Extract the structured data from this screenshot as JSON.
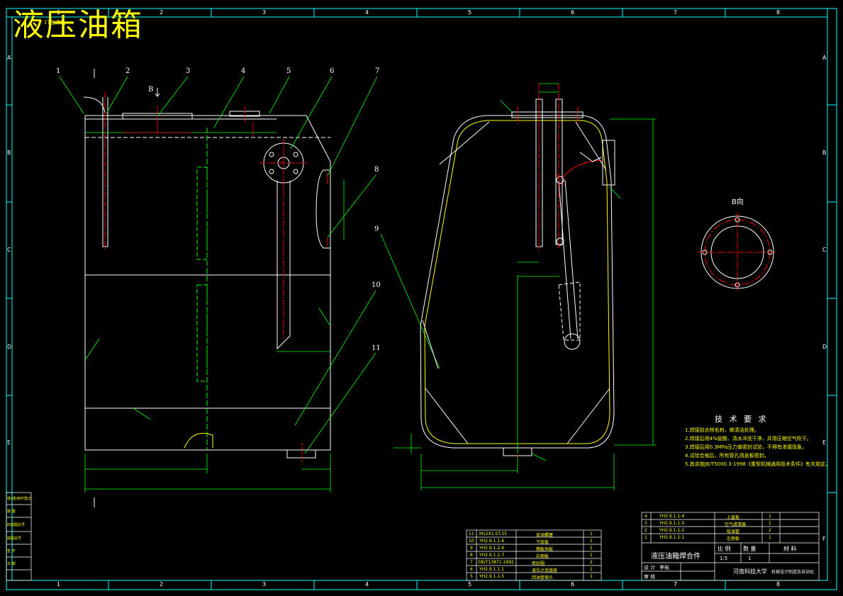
{
  "drawing_title": "液压油箱",
  "top_left_small": "1T型滑轨",
  "view_label_b": "B向",
  "view_arrow_b": "B",
  "border": {
    "columns": [
      "1",
      "2",
      "3",
      "4",
      "5",
      "6",
      "7",
      "8"
    ],
    "rows": [
      "A",
      "B",
      "C",
      "D",
      "E",
      "F"
    ]
  },
  "callouts": [
    "1",
    "2",
    "3",
    "4",
    "5",
    "6",
    "7",
    "8",
    "9",
    "10",
    "11"
  ],
  "tech_requirements": {
    "title": "技 术 要 求",
    "lines": [
      "1.焊接前去除毛刺，做清洁处理。",
      "2.焊接后用4%盐酸、清水冲洗干净，并用压缩空气吹干。",
      "3.焊接后用0.3MPa压力做密封试验，不得有渗漏现象。",
      "4.试验合格后，所有管孔用盖板密封。",
      "5.其余按JB/T5000.3-1998《重型机械通用技术条件》有关规定。"
    ]
  },
  "parts_list": [
    {
      "no": "11",
      "code": "M12X1.5T.15",
      "name": "放油螺塞",
      "qty": "1"
    },
    {
      "no": "10",
      "code": "YH2.9.1.1-6",
      "name": "下底板",
      "qty": "1"
    },
    {
      "no": "9",
      "code": "YH2.9.1.2-6",
      "name": "隔板挡板",
      "qty": "1"
    },
    {
      "no": "8",
      "code": "YH2.9.1.1-7",
      "name": "右侧板",
      "qty": "1"
    },
    {
      "no": "7",
      "code": "GB/T13871-1992",
      "name": "密封圈",
      "qty": "2"
    },
    {
      "no": "6",
      "code": "YH2.9.1.1.1",
      "name": "液位计连接座",
      "qty": "1"
    },
    {
      "no": "5",
      "code": "YH2.9.1.1-5",
      "name": "回油管接头",
      "qty": "1"
    }
  ],
  "parts_list_upper": [
    {
      "no": "4",
      "code": "YH2.9.1.1-4",
      "name": "上盖板",
      "qty": "1"
    },
    {
      "no": "3",
      "code": "YH2.9.1.1-3",
      "name": "空气滤清器",
      "qty": "1"
    },
    {
      "no": "2",
      "code": "YH2.9.1.1-2",
      "name": "吸油管",
      "qty": "2"
    },
    {
      "no": "1",
      "code": "YH2.9.1.1-1",
      "name": "左侧板",
      "qty": "1"
    }
  ],
  "title_block": {
    "assembly_name": "液压油箱焊合件",
    "scale_label": "比 例",
    "qty_label": "数 量",
    "material_label": "材 料",
    "scale": "1:5",
    "qty": "1",
    "designer_label": "设 计",
    "designer": "李裕",
    "reviewer_label": "审 核",
    "school": "河南科技大学",
    "major": "机械设计制造及自动化"
  },
  "left_strip": [
    "借(通)用件登记",
    "描 图",
    "旧底图总号",
    "底图总号",
    "签 字",
    "日 期"
  ],
  "colors": {
    "background": "#000000",
    "frame": "#ffffff",
    "border_cyan": "#00ffff",
    "part_outline": "#ffffff",
    "centerline_red": "#ff0000",
    "leader_green": "#00ff00",
    "title_yellow": "#ffff00"
  }
}
